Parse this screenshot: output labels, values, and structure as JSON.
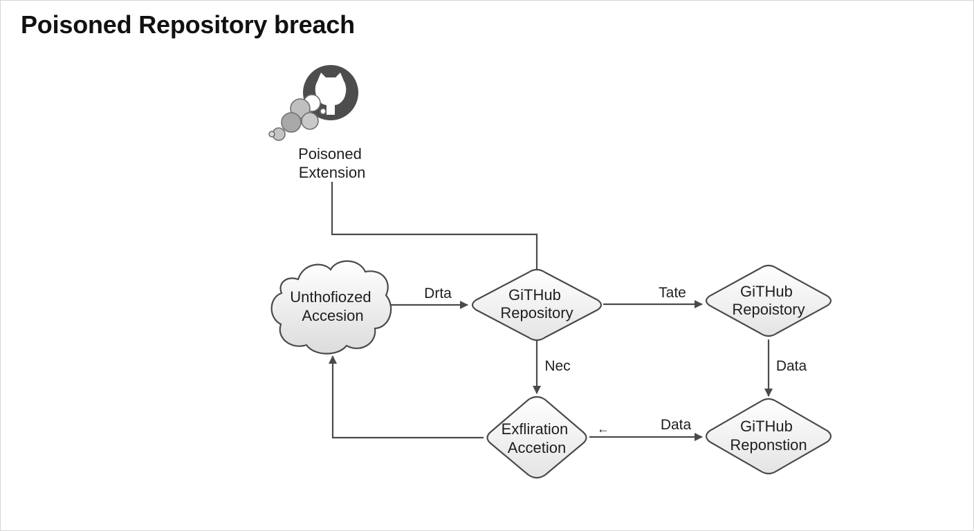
{
  "title": "Poisoned Repository breach",
  "colors": {
    "stroke": "#4a4a4a",
    "node_fill_light": "#ffffff",
    "node_fill_dark": "#e4e4e4",
    "github_logo": "#4d4d4d",
    "text": "#1e1e1e"
  },
  "nodes": {
    "poisoned_extension": {
      "line1": "Poisoned",
      "line2": "Extension",
      "icon": "github-logo-icon"
    },
    "unauthorized_access": {
      "line1": "Unthofiozed",
      "line2": "Accesion",
      "shape": "cloud"
    },
    "repo_center": {
      "line1": "GiTHub",
      "line2": "Repository",
      "shape": "diamond"
    },
    "repo_right": {
      "line1": "GiTHub",
      "line2": "Repoistory",
      "shape": "diamond"
    },
    "exfiltration": {
      "line1": "Exfliration",
      "line2": "Accetion",
      "shape": "diamond"
    },
    "reponstion": {
      "line1": "GiTHub",
      "line2": "Reponstion",
      "shape": "diamond"
    }
  },
  "edges": {
    "cloud_to_repo": "Drta",
    "repo_to_repo_right": "Tate",
    "repo_to_exfil": "Nec",
    "repo_right_to_reponstion": "Data",
    "exfil_to_reponstion": "Data",
    "exfil_arrow_glyph": "←"
  }
}
